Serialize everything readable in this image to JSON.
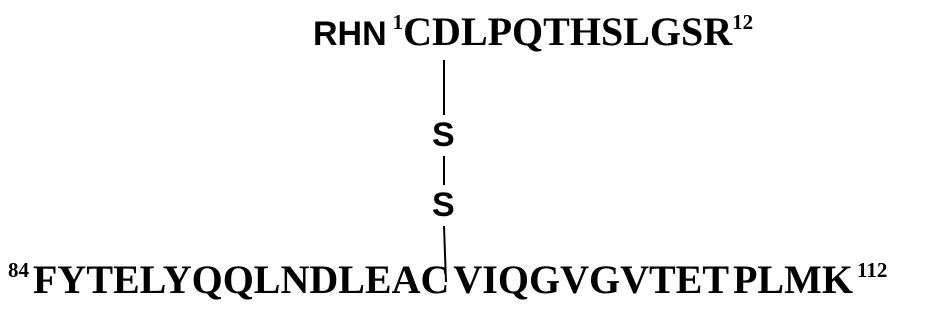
{
  "top_chain": {
    "prefix": "RHN",
    "start_number": "1",
    "sequence": "CDLPQTHSLGSR",
    "end_number": "12"
  },
  "disulfide": {
    "sulfur_1": "S",
    "sulfur_2": "S"
  },
  "bottom_chain": {
    "start_number": "84",
    "segment_1": "FYTELYQQLNDLEAC",
    "segment_2": "VIQGVGVTET",
    "segment_3": "PLMK",
    "end_number": "112"
  }
}
